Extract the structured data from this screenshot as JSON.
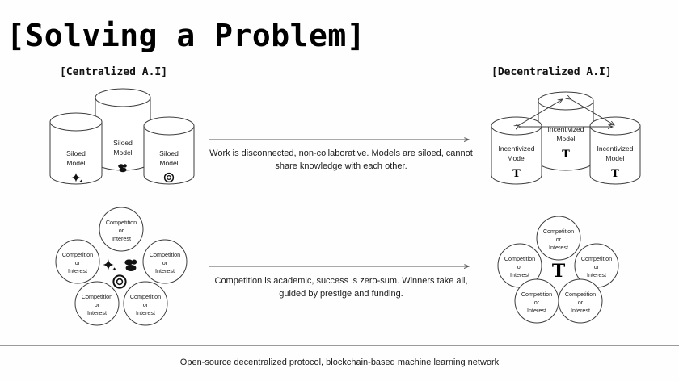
{
  "slide": {
    "title": "[Solving a Problem]",
    "footer": "Open-source decentralized protocol, blockchain-based machine learning network",
    "accent_color": "#1b1b1b",
    "stroke_color": "#3c3c3c",
    "arrow_color": "#555555",
    "divider_color": "#9a9a9a",
    "background_color": "#fefefe"
  },
  "columns": {
    "left_header": "[Centralized A.I]",
    "right_header": "[Decentralized A.I]"
  },
  "rows": [
    {
      "caption": "Work is disconnected, non-collaborative. Models are siloed, cannot share knowledge with each other.",
      "arrow": "right-arrow",
      "left": {
        "kind": "cylinders",
        "items": [
          {
            "line1": "Siloed",
            "line2": "Model",
            "icon": "gemini-sparkle-icon"
          },
          {
            "line1": "Siloed",
            "line2": "Model",
            "icon": "meta-cluster-icon"
          },
          {
            "line1": "Siloed",
            "line2": "Model",
            "icon": "openai-swirl-icon"
          }
        ]
      },
      "right": {
        "kind": "cylinders-linked",
        "items": [
          {
            "line1": "Incentivized",
            "line2": "Model",
            "icon": "tau-icon",
            "icon_label": "T"
          },
          {
            "line1": "Incentivized",
            "line2": "Model",
            "icon": "tau-icon",
            "icon_label": "T"
          },
          {
            "line1": "Incentivized",
            "line2": "Model",
            "icon": "tau-icon",
            "icon_label": "T"
          }
        ],
        "connections": "bidirectional-arrows"
      }
    },
    {
      "caption": "Competition is academic, success is zero-sum. Winners take all, guided by prestige and funding.",
      "arrow": "right-arrow",
      "left": {
        "kind": "circles-separated",
        "circle_label": {
          "line1": "Competition",
          "line2": "or",
          "line3": "Interest"
        },
        "count": 5,
        "center_icons": [
          "gemini-sparkle-icon",
          "meta-cluster-icon",
          "openai-swirl-icon"
        ]
      },
      "right": {
        "kind": "circles-overlapping",
        "circle_label": {
          "line1": "Competition",
          "line2": "or",
          "line3": "Interest"
        },
        "count": 5,
        "center_icons": [
          "tau-icon"
        ],
        "center_icon_label": "T"
      }
    }
  ]
}
